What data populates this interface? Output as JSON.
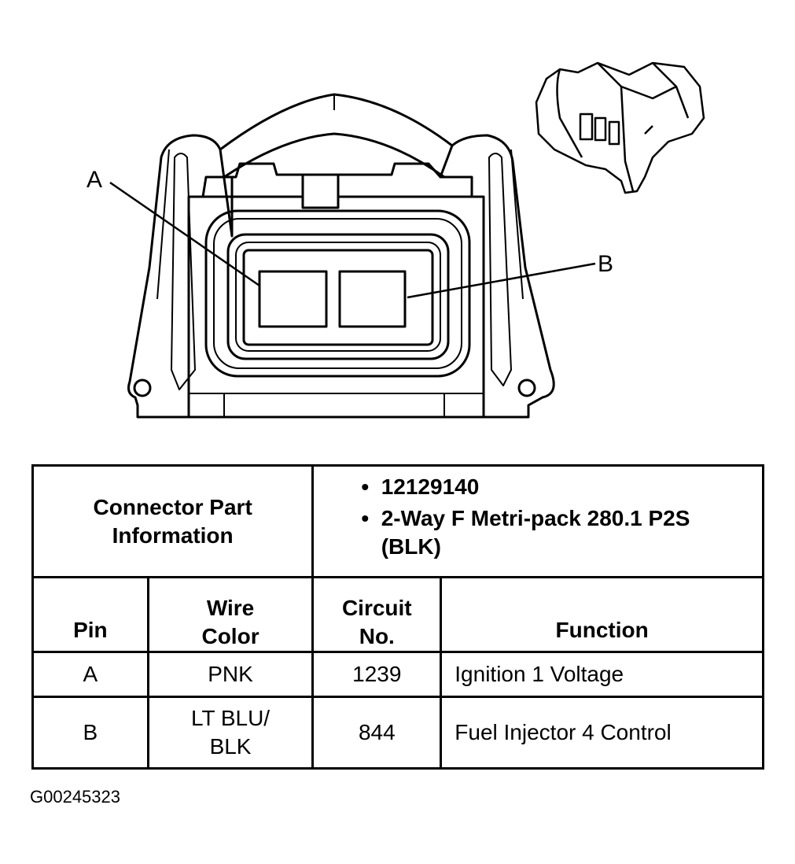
{
  "diagram": {
    "pin_labels": [
      "A",
      "B"
    ],
    "colors": {
      "line": "#000000",
      "background": "#ffffff"
    }
  },
  "table": {
    "part_info_label": "Connector Part Information",
    "part_info_lines": [
      "12129140",
      "2-Way F Metri-pack 280.1 P2S (BLK)"
    ],
    "bullet": "•",
    "headers": {
      "pin": "Pin",
      "wire_color": "Wire Color",
      "circuit": "Circuit No.",
      "function": "Function"
    },
    "rows": [
      {
        "pin": "A",
        "wire_color": "PNK",
        "circuit": "1239",
        "function": "Ignition 1 Voltage"
      },
      {
        "pin": "B",
        "wire_color": "LT BLU/ BLK",
        "circuit": "844",
        "function": "Fuel Injector 4 Control"
      }
    ]
  },
  "figure_code": "G00245323"
}
